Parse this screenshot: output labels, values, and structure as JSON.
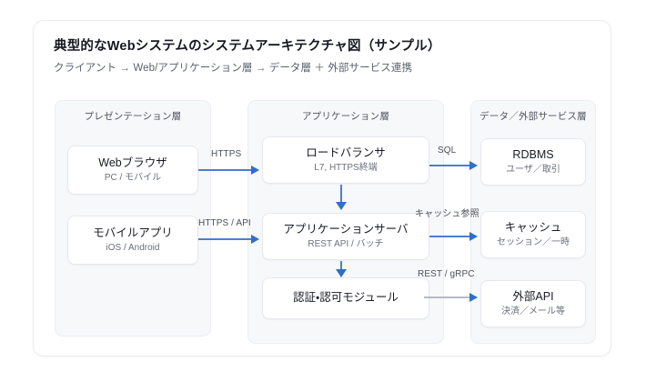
{
  "card": {
    "title": "典型的なWebシステムのシステムアーキテクチャ図（サンプル）",
    "subtitle": "クライアント → Web/アプリケーション層 → データ層 ＋ 外部サービス連携"
  },
  "lanes": [
    {
      "id": "presentation",
      "title": "プレゼンテーション層"
    },
    {
      "id": "application",
      "title": "アプリケーション層"
    },
    {
      "id": "data",
      "title": "データ／外部サービス層"
    }
  ],
  "nodes": {
    "web_browser": {
      "title": "Webブラウザ",
      "sub": "PC / モバイル"
    },
    "mobile_app": {
      "title": "モバイルアプリ",
      "sub": "iOS / Android"
    },
    "load_balancer": {
      "title": "ロードバランサ",
      "sub": "L7, HTTPS終端"
    },
    "app_server": {
      "title": "アプリケーションサーバ",
      "sub": "REST API / バッチ"
    },
    "auth_module": {
      "title": "認証・認可モジュール",
      "sub": ""
    },
    "rdbms": {
      "title": "RDBMS",
      "sub": "ユーザ／取引"
    },
    "cache": {
      "title": "キャッシュ",
      "sub": "セッション／一時"
    },
    "external_api": {
      "title": "外部API",
      "sub": "決済／メール等"
    }
  },
  "connectors": {
    "browser_to_lb": {
      "label": "HTTPS"
    },
    "mobile_to_app": {
      "label": "HTTPS / API"
    },
    "lb_to_rdbms": {
      "label": "SQL"
    },
    "app_to_cache": {
      "label": "キャッシュ参照"
    },
    "auth_to_extapi": {
      "label": "REST / gRPC"
    }
  },
  "colors": {
    "connector_blue": "#4a7fd1",
    "connector_gray": "#b6bac3",
    "arrowhead_blue": "#2f6ecb",
    "lane_background": "#f7f8fa",
    "card_background": "#ffffff"
  }
}
